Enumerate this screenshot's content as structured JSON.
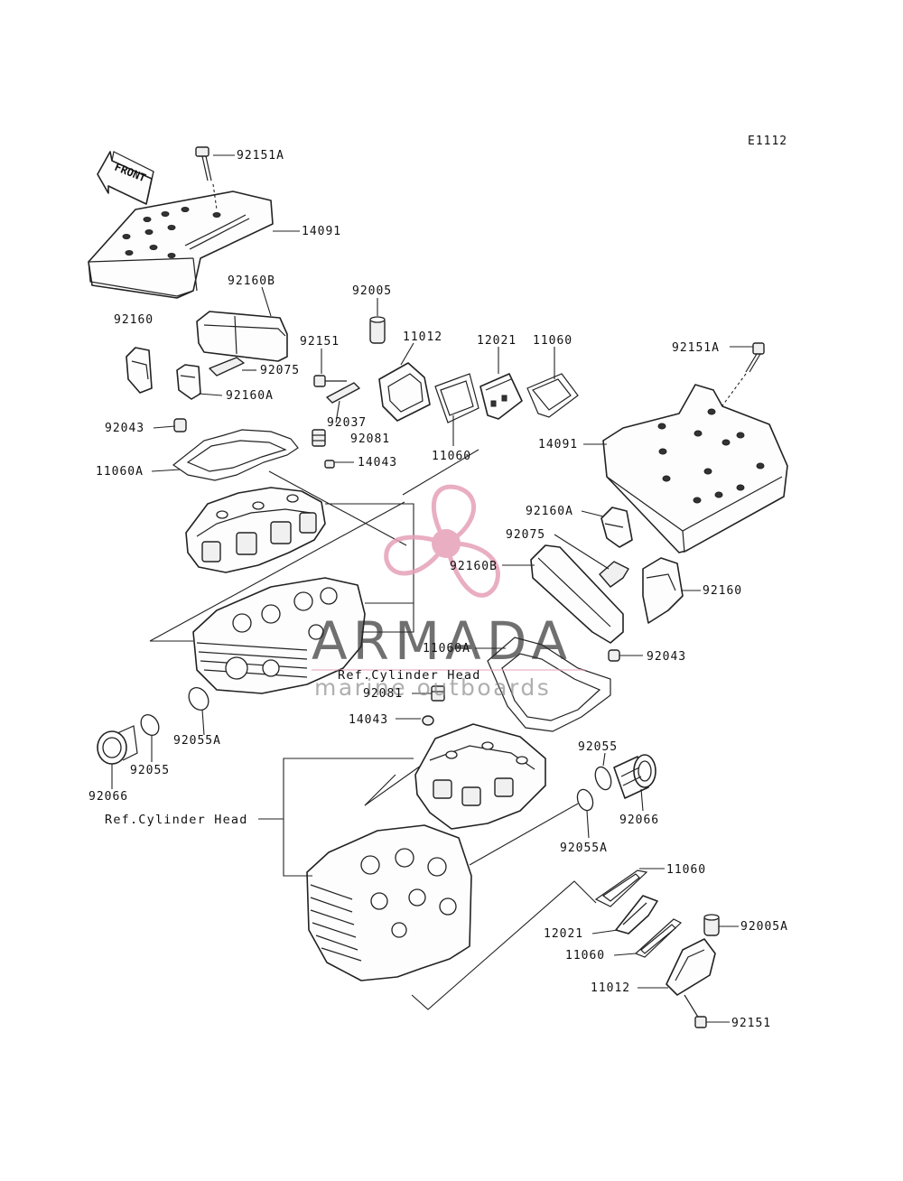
{
  "diagram_code": "E1112",
  "front_arrow_label": "FRONT",
  "watermark": {
    "brand": "ARMADA",
    "tagline": "marine outboards",
    "accent_color": "#e6a0b8"
  },
  "references": {
    "cylinder_head_upper": "Ref.Cylinder Head",
    "cylinder_head_lower": "Ref.Cylinder Head"
  },
  "callouts": [
    "92151A",
    "14091",
    "92160B",
    "92160",
    "92005",
    "92151",
    "11012",
    "12021",
    "11060",
    "92075",
    "92160A",
    "92037",
    "92081",
    "92043",
    "11060A",
    "14043",
    "11060",
    "92151A",
    "14091",
    "92160A",
    "92075",
    "92160B",
    "92160",
    "11060A",
    "92043",
    "92081",
    "14043",
    "92055A",
    "92055",
    "92066",
    "92055",
    "92066",
    "92055A",
    "11060",
    "12021",
    "11060",
    "92005A",
    "11012",
    "92151"
  ]
}
